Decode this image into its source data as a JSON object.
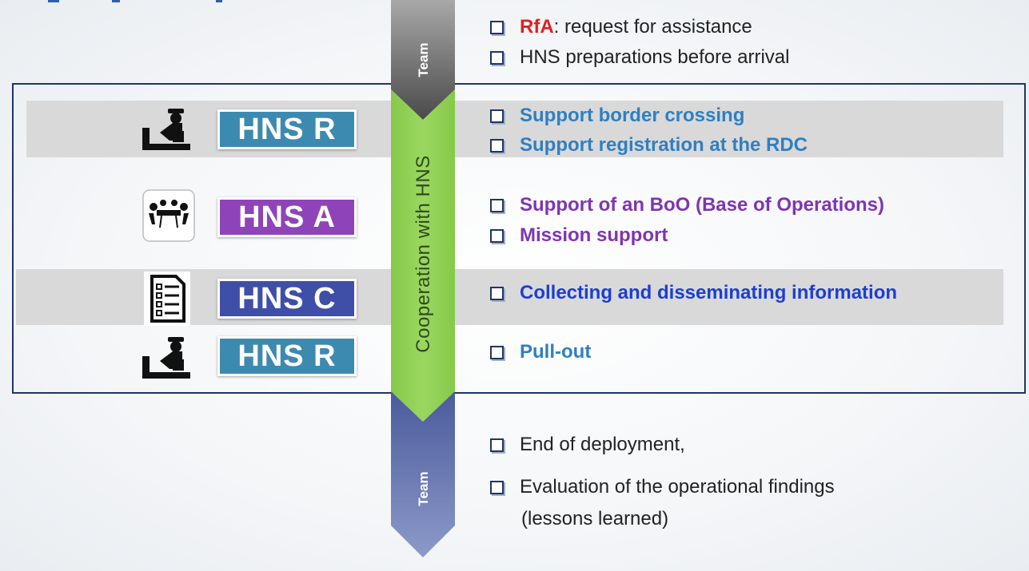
{
  "timeline": {
    "top_label": "Team",
    "middle_label": "Cooperation with HNS",
    "bottom_label": "Team",
    "colors": {
      "top": "#5a5a5a",
      "middle": "#8fd14f",
      "bottom": "#5a6aa8"
    }
  },
  "before": {
    "items": [
      {
        "emphasis": "RfA",
        "rest": ": request for assistance"
      },
      {
        "text": "HNS preparations before arrival"
      }
    ]
  },
  "phases": [
    {
      "label": "HNS R",
      "icon": "border-officer-icon",
      "color": "#3d8ab0",
      "items": [
        "Support border crossing",
        "Support registration at the RDC"
      ]
    },
    {
      "label": "HNS A",
      "icon": "meeting-icon",
      "color": "#8e44b8",
      "items": [
        "Support of an BoO (Base of Operations)",
        "Mission support"
      ]
    },
    {
      "label": "HNS C",
      "icon": "checklist-icon",
      "color": "#3f4fa8",
      "items": [
        "Collecting and disseminating information"
      ]
    },
    {
      "label": "HNS R",
      "icon": "border-officer-icon",
      "color": "#3d8ab0",
      "items": [
        "Pull-out"
      ]
    }
  ],
  "after": {
    "items": [
      {
        "text": "End of deployment,"
      },
      {
        "line1": "Evaluation of the operational findings",
        "line2": "(lessons learned)"
      }
    ]
  }
}
